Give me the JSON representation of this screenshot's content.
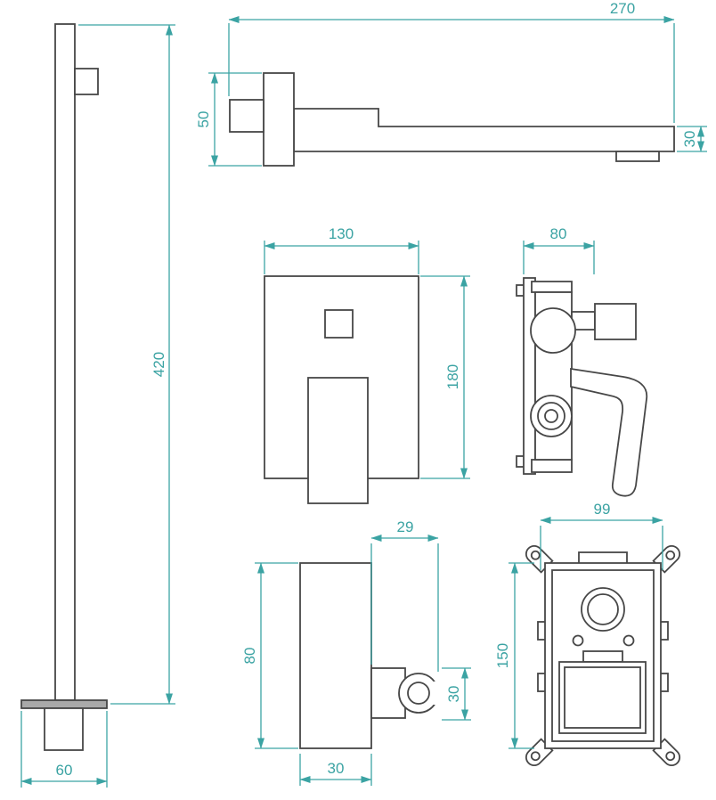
{
  "sheet": {
    "background": "#ffffff",
    "dimension_color": "#3ba3a3",
    "line_color": "#474747"
  },
  "dimensions": {
    "column_height": "420",
    "column_base_width": "60",
    "spout_length": "270",
    "spout_plate_height": "50",
    "spout_end_height": "30",
    "mixer_width": "130",
    "mixer_height": "180",
    "mixer_depth": "80",
    "holder_arm_length": "29",
    "holder_height": "80",
    "holder_clip_height": "30",
    "holder_base_width": "30",
    "valve_box_width": "99",
    "valve_box_height": "150"
  }
}
